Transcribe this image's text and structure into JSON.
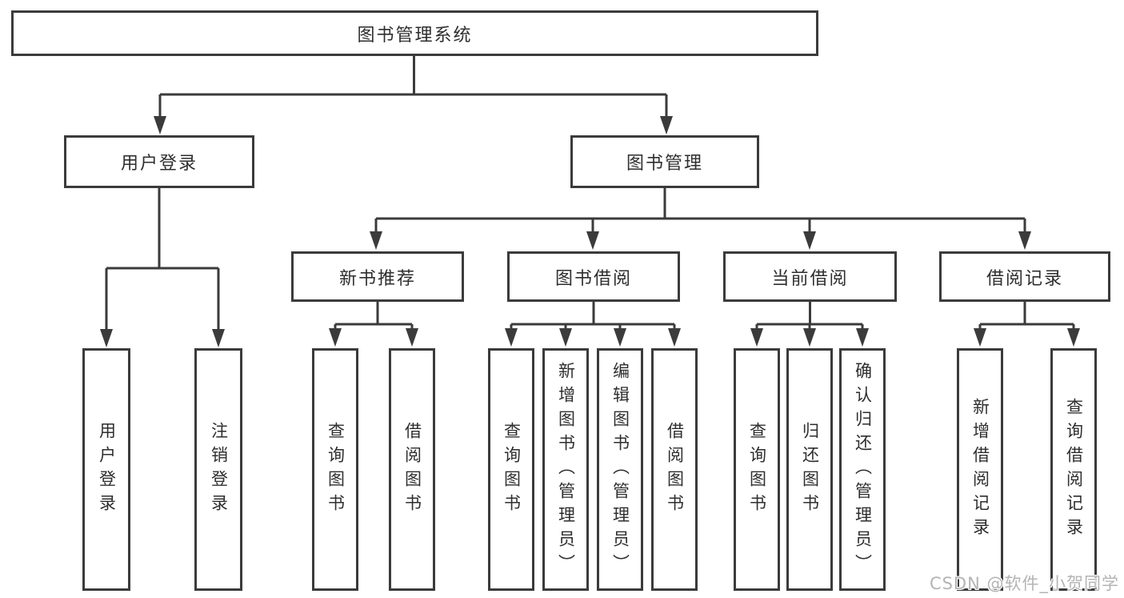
{
  "tree": {
    "root": {
      "label": "图书管理系统"
    },
    "branches": [
      {
        "label": "用户登录",
        "children": [
          {
            "label": "用户登录"
          },
          {
            "label": "注销登录"
          }
        ]
      },
      {
        "label": "图书管理",
        "children": [
          {
            "label": "新书推荐",
            "children": [
              {
                "label": "查询图书"
              },
              {
                "label": "借阅图书"
              }
            ]
          },
          {
            "label": "图书借阅",
            "children": [
              {
                "label": "查询图书"
              },
              {
                "label": "新增图书（管理员）"
              },
              {
                "label": "编辑图书（管理员）"
              },
              {
                "label": "借阅图书"
              }
            ]
          },
          {
            "label": "当前借阅",
            "children": [
              {
                "label": "查询图书"
              },
              {
                "label": "归还图书"
              },
              {
                "label": "确认归还（管理员）"
              }
            ]
          },
          {
            "label": "借阅记录",
            "children": [
              {
                "label": "新增借阅记录"
              },
              {
                "label": "查询借阅记录"
              }
            ]
          }
        ]
      }
    ]
  },
  "watermark": "CSDN @软件_小贺同学",
  "colors": {
    "line": "#3b3b3b",
    "text": "#2e2e2e",
    "box_fill": "#ffffff",
    "watermark": "#b4b4b4",
    "background": "#ffffff"
  }
}
